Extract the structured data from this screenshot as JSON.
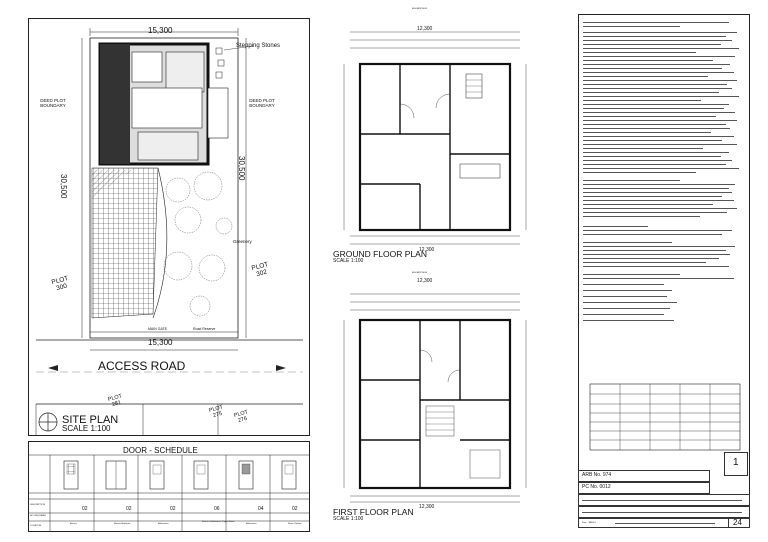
{
  "site_plan": {
    "top_dim": "15,300",
    "bottom_dim": "15,300",
    "left_dim": "30,500",
    "right_dim": "30,500",
    "stepping_stones": "Stepping Stones",
    "deed_left": "DEED PLOT BOUNDARY",
    "deed_right": "DEED PLOT BOUNDARY",
    "plot_300": "PLOT 300",
    "plot_302": "PLOT 302",
    "plot_281": "PLOT 281",
    "plot_275": "PLOT 275",
    "plot_276": "PLOT 276",
    "greenery": "Greenery",
    "main_gate": "MAIN GATE",
    "road_reserve": "Road Reserve",
    "access_road": "ACCESS ROAD",
    "title": "SITE PLAN",
    "scale": "SCALE 1:100"
  },
  "door_schedule": {
    "title": "DOOR - SCHEDULE",
    "row_labels": [
      "DESCRIPTION",
      "NO. REQUIRED",
      "LOCATION"
    ],
    "columns": [
      {
        "qty": "02",
        "location": "Entries"
      },
      {
        "qty": "02",
        "location": "Master Bedroom"
      },
      {
        "qty": "02",
        "location": "Bathrooms"
      },
      {
        "qty": "06",
        "location": "Kitchen, Bedrooms, Prayer Room"
      },
      {
        "qty": "04",
        "location": "Bathrooms"
      },
      {
        "qty": "02",
        "location": "Store, Kitchen"
      }
    ]
  },
  "ground_floor": {
    "elevation_label": "ELEVATION E2",
    "top_dim": "12,300",
    "bottom_dim": "12,300",
    "title": "GROUND FLOOR PLAN",
    "scale": "SCALE 1:100"
  },
  "first_floor": {
    "elevation_label": "ELEVATION E4",
    "top_dim": "12,300",
    "bottom_dim": "12,300",
    "title": "FIRST FLOOR PLAN",
    "scale": "SCALE 1:100"
  },
  "title_block": {
    "arb_label": "ARB No. 974",
    "pc_label": "PC No. 0012",
    "sheet_number": "1",
    "drawing_number": "24",
    "date_label": "Date : JAN-19"
  },
  "colors": {
    "line": "#222222",
    "hatch": "#555555",
    "paper": "#ffffff"
  }
}
